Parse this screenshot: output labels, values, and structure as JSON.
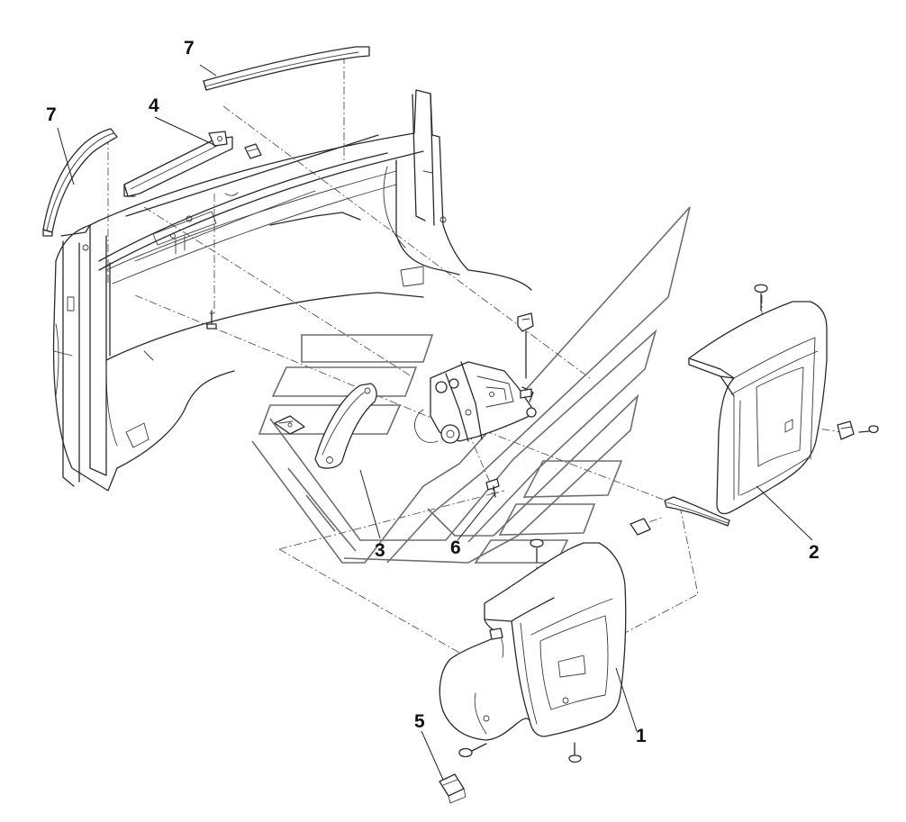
{
  "callouts": [
    {
      "id": "c1",
      "label": "1"
    },
    {
      "id": "c2",
      "label": "2"
    },
    {
      "id": "c3",
      "label": "3"
    },
    {
      "id": "c4",
      "label": "4"
    },
    {
      "id": "c5",
      "label": "5"
    },
    {
      "id": "c6",
      "label": "6"
    },
    {
      "id": "c7a",
      "label": "7"
    },
    {
      "id": "c7b",
      "label": "7"
    }
  ],
  "colors": {
    "line": "#2a2a2a",
    "background": "#ffffff",
    "watermark": "#6e6e6e"
  }
}
